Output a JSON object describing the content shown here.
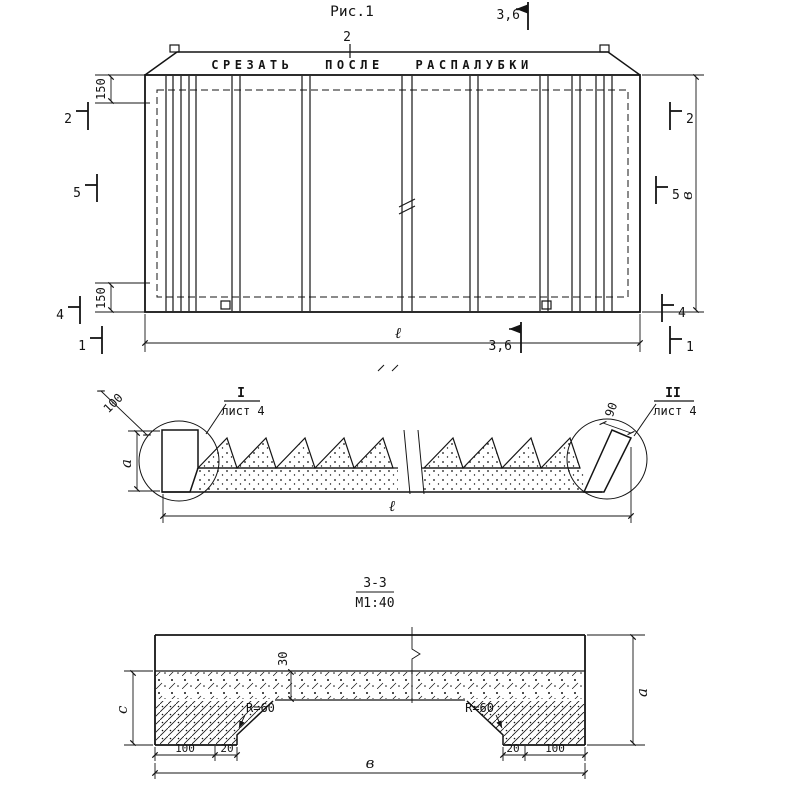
{
  "title": "Рис.1",
  "plan": {
    "banner": "СРЕЗАТЬ ПОСЛЕ РАСПАЛУБКИ",
    "mark_top_center": "2",
    "section_top": "3,6",
    "section_bottom": "3,6",
    "dim_150_top": "150",
    "dim_150_bottom": "150",
    "mark_left_2": "2",
    "mark_left_5": "5",
    "mark_left_4": "4",
    "mark_left_1": "1",
    "mark_right_2": "2",
    "mark_right_5": "5",
    "mark_right_4": "4",
    "mark_right_1": "1",
    "dim_width": "в",
    "dim_length": "ℓ"
  },
  "elevation": {
    "detail_left_numeral": "I",
    "detail_left_sheet": "лист 4",
    "detail_right_numeral": "II",
    "detail_right_sheet": "лист 4",
    "dim_end_left": "100",
    "dim_end_right": "90",
    "dim_thickness": "a",
    "dim_length": "ℓ"
  },
  "section": {
    "title": "3-3",
    "scale": "М1:40",
    "dim_slab": "30",
    "radius_left": "R=60",
    "radius_right": "R=60",
    "dim_left_depth": "c",
    "dim_right_depth": "a",
    "dim_flange_left": "100",
    "dim_toe_left": "20",
    "dim_toe_right": "20",
    "dim_flange_right": "100",
    "dim_width": "в"
  }
}
